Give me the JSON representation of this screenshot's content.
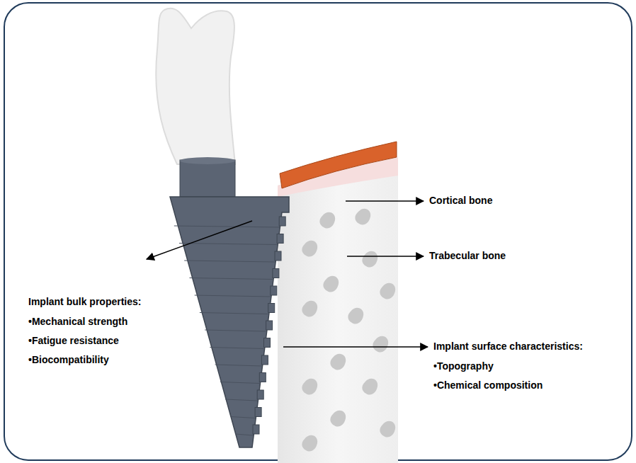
{
  "diagram": {
    "labels": [
      "Cortical bone",
      "Trabecular bone",
      "Implant bulk properties:",
      "•Mechanical strength",
      "•Fatigue resistance",
      "•Biocompatibility",
      "Implant surface characteristics:",
      "•Topography",
      "•Chemical composition"
    ]
  }
}
